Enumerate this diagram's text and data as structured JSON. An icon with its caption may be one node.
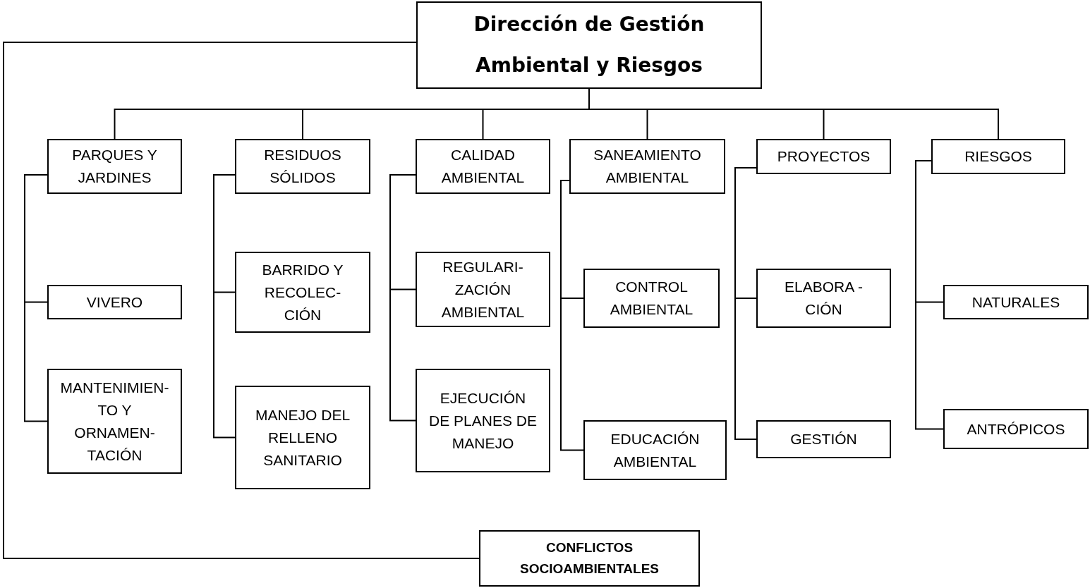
{
  "diagram": {
    "nodes": [
      {
        "text": [
          "Dirección de Gestión Ambiental y Riesgos"
        ]
      },
      {
        "text": [
          "PARQUES Y JARDINES"
        ]
      },
      {
        "text": [
          "VIVERO"
        ]
      },
      {
        "text": [
          "MANTENIMIEN- TO Y ORNAMEN- TACIÓN"
        ]
      },
      {
        "text": [
          "RESIDUOS SÓLIDOS"
        ]
      },
      {
        "text": [
          "BARRIDO Y RECOLEC- CIÓN"
        ]
      },
      {
        "text": [
          "MANEJO DEL RELLENO SANITARIO"
        ]
      },
      {
        "text": [
          "CALIDAD AMBIENTAL"
        ]
      },
      {
        "text": [
          "REGULARI- ZACIÓN AMBIENTAL"
        ]
      },
      {
        "text": [
          "EJECUCIÓN DE PLANES DE MANEJO"
        ]
      },
      {
        "text": [
          "SANEAMIENTO AMBIENTAL"
        ]
      },
      {
        "text": [
          "CONTROL AMBIENTAL"
        ]
      },
      {
        "text": [
          "EDUCACIÓN AMBIENTAL"
        ]
      },
      {
        "text": [
          "PROYECTOS"
        ]
      },
      {
        "text": [
          "ELABORA - CIÓN"
        ]
      },
      {
        "text": [
          "GESTIÓN"
        ]
      },
      {
        "text": [
          "RIESGOS"
        ]
      },
      {
        "text": [
          "NATURALES"
        ]
      },
      {
        "text": [
          "ANTRÓPICOS"
        ]
      },
      {
        "text": [
          "CONFLICTOS SOCIOAMBIENTALES"
        ]
      }
    ],
    "edges": [
      {
        "from": 0,
        "to": 1,
        "arrow": "none"
      },
      {
        "from": 0,
        "to": 4,
        "arrow": "none"
      },
      {
        "from": 0,
        "to": 7,
        "arrow": "none"
      },
      {
        "from": 0,
        "to": 10,
        "arrow": "none"
      },
      {
        "from": 0,
        "to": 13,
        "arrow": "none"
      },
      {
        "from": 0,
        "to": 16,
        "arrow": "none"
      },
      {
        "from": 1,
        "to": 2,
        "arrow": "none"
      },
      {
        "from": 1,
        "to": 3,
        "arrow": "none"
      },
      {
        "from": 4,
        "to": 5,
        "arrow": "none"
      },
      {
        "from": 4,
        "to": 6,
        "arrow": "none"
      },
      {
        "from": 7,
        "to": 8,
        "arrow": "none"
      },
      {
        "from": 7,
        "to": 9,
        "arrow": "none"
      },
      {
        "from": 10,
        "to": 11,
        "arrow": "none"
      },
      {
        "from": 10,
        "to": 12,
        "arrow": "none"
      },
      {
        "from": 13,
        "to": 14,
        "arrow": "none"
      },
      {
        "from": 13,
        "to": 15,
        "arrow": "none"
      },
      {
        "from": 16,
        "to": 17,
        "arrow": "none"
      },
      {
        "from": 16,
        "to": 18,
        "arrow": "none"
      },
      {
        "from": 0,
        "to": 19,
        "arrow": "none"
      }
    ]
  }
}
